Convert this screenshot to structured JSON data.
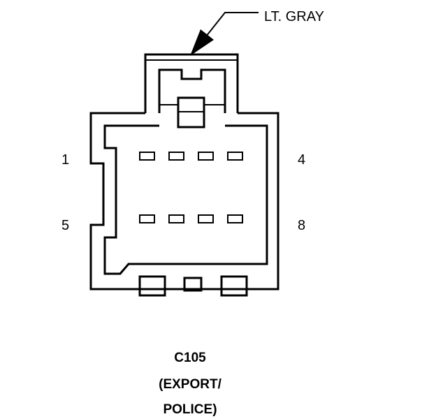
{
  "connector": {
    "color_callout": "LT. GRAY",
    "pin_labels": {
      "top_left": "1",
      "top_right": "4",
      "bottom_left": "5",
      "bottom_right": "8"
    },
    "title_lines": [
      "C105",
      "(EXPORT/",
      "POLICE)"
    ]
  },
  "colors": {
    "line": "#000000",
    "background": "#ffffff"
  }
}
